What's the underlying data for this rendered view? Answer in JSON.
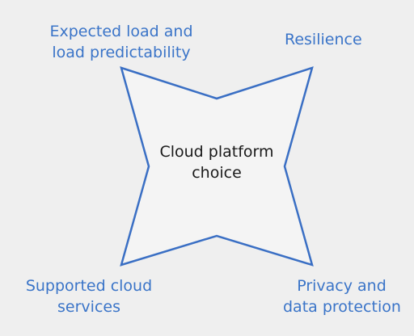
{
  "center": {
    "line1": "Cloud platform",
    "line2": "choice"
  },
  "factors": {
    "top_left": {
      "line1": "Expected load and",
      "line2": "load predictability"
    },
    "top_right": {
      "line1": "Resilience"
    },
    "bottom_left": {
      "line1": "Supported cloud",
      "line2": "services"
    },
    "bottom_right": {
      "line1": "Privacy and",
      "line2": "data protection"
    }
  },
  "colors": {
    "background": "#efefef",
    "shape_fill": "#f4f4f4",
    "shape_stroke": "#3a6fc4",
    "label_text": "#3a74c8",
    "center_text": "#1a1a1a"
  }
}
